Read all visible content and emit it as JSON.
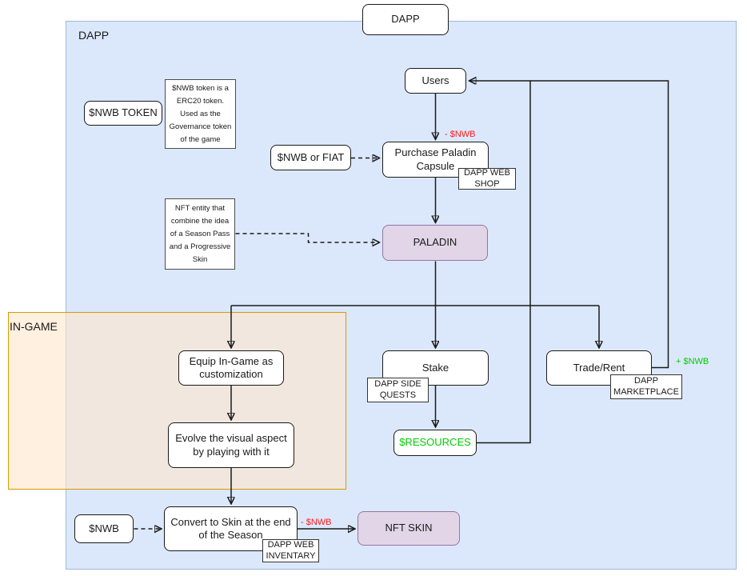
{
  "colors": {
    "accent_red": "#ff1a1a",
    "accent_green": "#00cc00",
    "container_blue_fill": "#dbe8fb",
    "container_blue_border": "#a3b7d9",
    "container_orange_fill": "rgba(255,230,204,0.62)",
    "container_orange_border": "#d79b00",
    "purple_fill": "#e1d5e7",
    "purple_border": "#9673a6"
  },
  "diagram": {
    "title_box": {
      "label": "DAPP"
    },
    "dapp_container": {
      "label": "DAPP"
    },
    "ingame_container": {
      "label": "IN-GAME"
    },
    "nodes": {
      "nwb_token": {
        "label": "$NWB TOKEN"
      },
      "nwb_note": {
        "label": "$NWB token is a ERC20 token. Used as the Governance token of the game"
      },
      "users": {
        "label": "Users"
      },
      "nwb_or_fiat": {
        "label": "$NWB or FIAT"
      },
      "purchase": {
        "label": "Purchase Paladin Capsule"
      },
      "dapp_web_shop": {
        "label": "DAPP WEB SHOP"
      },
      "nft_note": {
        "label": "NFT entity that combine the idea of a Season Pass and a Progressive Skin"
      },
      "paladin": {
        "label": "PALADIN"
      },
      "equip": {
        "label": "Equip In-Game as customization"
      },
      "evolve": {
        "label": "Evolve the visual aspect by playing with it"
      },
      "stake": {
        "label": "Stake"
      },
      "dapp_side_quests": {
        "label": "DAPP SIDE QUESTS"
      },
      "resources": {
        "label": "$RESOURCES",
        "color": "#00cc00"
      },
      "trade_rent": {
        "label": "Trade/Rent"
      },
      "dapp_marketplace": {
        "label": "DAPP MARKETPLACE"
      },
      "nwb": {
        "label": "$NWB"
      },
      "convert": {
        "label": "Convert to Skin at the end of the Season"
      },
      "dapp_web_inventary": {
        "label": "DAPP WEB INVENTARY"
      },
      "nft_skin": {
        "label": "NFT SKIN"
      }
    },
    "edge_labels": {
      "purchase_cost": {
        "label": "- $NWB",
        "color": "#ff1a1a"
      },
      "trade_earn": {
        "label": "+ $NWB",
        "color": "#00cc00"
      },
      "convert_cost": {
        "label": "- $NWB",
        "color": "#ff1a1a"
      }
    }
  }
}
